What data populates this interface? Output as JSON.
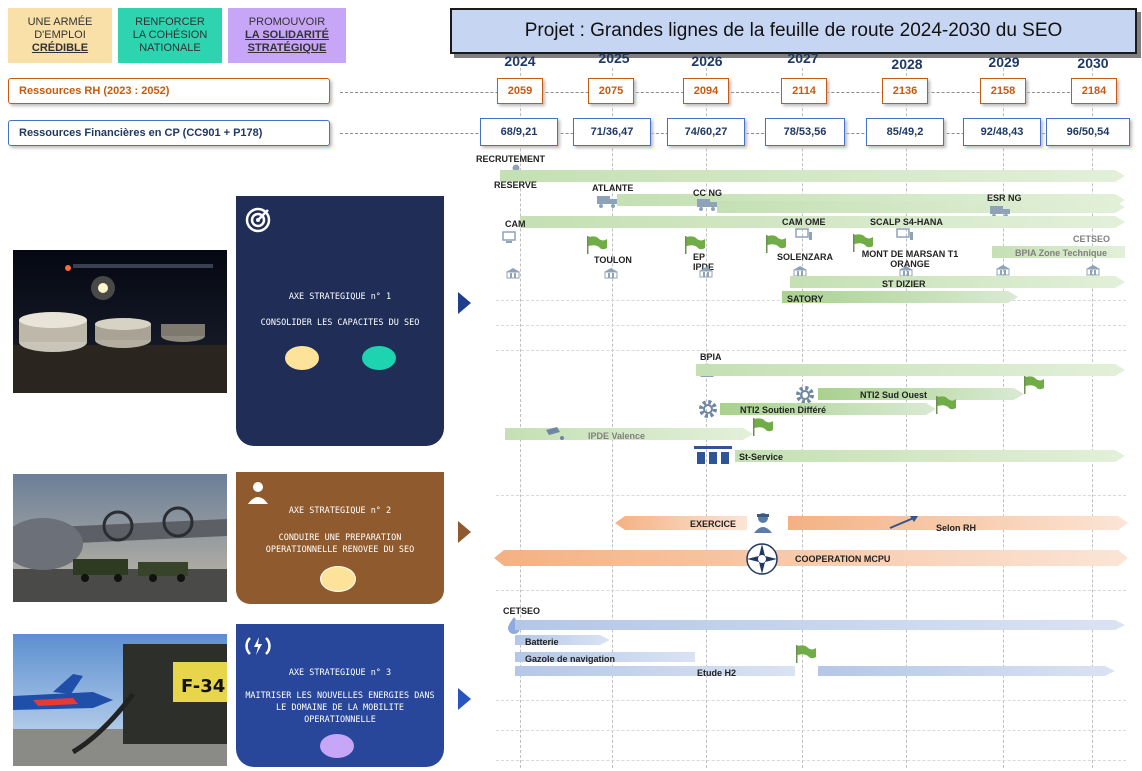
{
  "pillars": [
    {
      "line1": "UNE ARMÉE",
      "line2": "D'EMPLOI",
      "line3": "CRÉDIBLE",
      "bg": "#f8e0a8"
    },
    {
      "line1": "RENFORCER",
      "line2": "LA COHÉSION",
      "line3": "NATIONALE",
      "bg": "#2ed3b0"
    },
    {
      "line1": "PROMOUVOIR",
      "line2": "LA SOLIDARITÉ",
      "line3": "STRATÉGIQUE",
      "bg": "#c7a5f7"
    }
  ],
  "title": "Projet : Grandes lignes de la feuille de route 2024-2030 du SEO",
  "years": [
    "2024",
    "2025",
    "2026",
    "2027",
    "2028",
    "2029",
    "2030"
  ],
  "resources": {
    "rh_label": "Ressources RH (2023 : 2052)",
    "rh_values": [
      "2059",
      "2075",
      "2094",
      "2114",
      "2136",
      "2158",
      "2184"
    ],
    "cp_label": "Ressources Financières en CP (CC901 + P178)",
    "cp_values": [
      "68/9,21",
      "71/36,47",
      "74/60,27",
      "78/53,56",
      "85/49,2",
      "92/48,43",
      "96/50,54"
    ]
  },
  "axes": [
    {
      "title": "AXE STRATEGIQUE n° 1",
      "subtitle": "CONSOLIDER LES CAPACITES DU SEO",
      "bg": "#1f2d57",
      "circles": [
        "#fde39a",
        "#1dd3b0"
      ]
    },
    {
      "title": "AXE STRATEGIQUE n° 2",
      "subtitle": "CONDUIRE UNE PREPARATION OPERATIONNELLE RENOVEE DU SEO",
      "bg": "#8e5a2e",
      "circles": [
        "#fde39a"
      ]
    },
    {
      "title": "AXE STRATEGIQUE n° 3",
      "subtitle": "MAITRISER LES NOUVELLES ENERGIES DANS LE DOMAINE DE LA MOBILITE OPERATIONNELLE",
      "bg": "#28479a",
      "circles": [
        "#c7a5f7"
      ]
    }
  ],
  "axis1_items": {
    "recrutement": "RECRUTEMENT",
    "reserve": "RESERVE",
    "atlante": "ATLANTE",
    "cc_ng": "CC NG",
    "esr_ng": "ESR NG",
    "cam": "CAM",
    "cam_ome": "CAM OME",
    "scalp": "SCALP S4-HANA",
    "cetseo": "CETSEO",
    "bpia_zone": "BPIA Zone Technique",
    "toulon": "TOULON",
    "ep_ipde": "EP IPDE",
    "solenzara": "SOLENZARA",
    "mont_marsan": "MONT DE MARSAN T1 ORANGE",
    "st_dizier": "ST DIZIER",
    "satory": "SATORY",
    "bpia": "BPIA",
    "nti2_sud": "NTI2 Sud Ouest",
    "nti2_soutien": "NTI2 Soutien Différé",
    "ipde_valence": "IPDE Valence",
    "st_service": "St-Service"
  },
  "axis2_items": {
    "exercice": "EXERCICE",
    "selon_rh": "Selon RH",
    "cooperation": "COOPERATION MCPU"
  },
  "axis3_items": {
    "cetseo": "CETSEO",
    "batterie": "Batterie",
    "gazole": "Gazole de navigation",
    "etude_h2": "Etude H2"
  },
  "colors": {
    "accent_orange": "#c55a11",
    "accent_navy": "#1f3864",
    "bar_green": "#a9d18e",
    "bar_orange": "#f4b183",
    "bar_blue": "#b4c7e7"
  }
}
